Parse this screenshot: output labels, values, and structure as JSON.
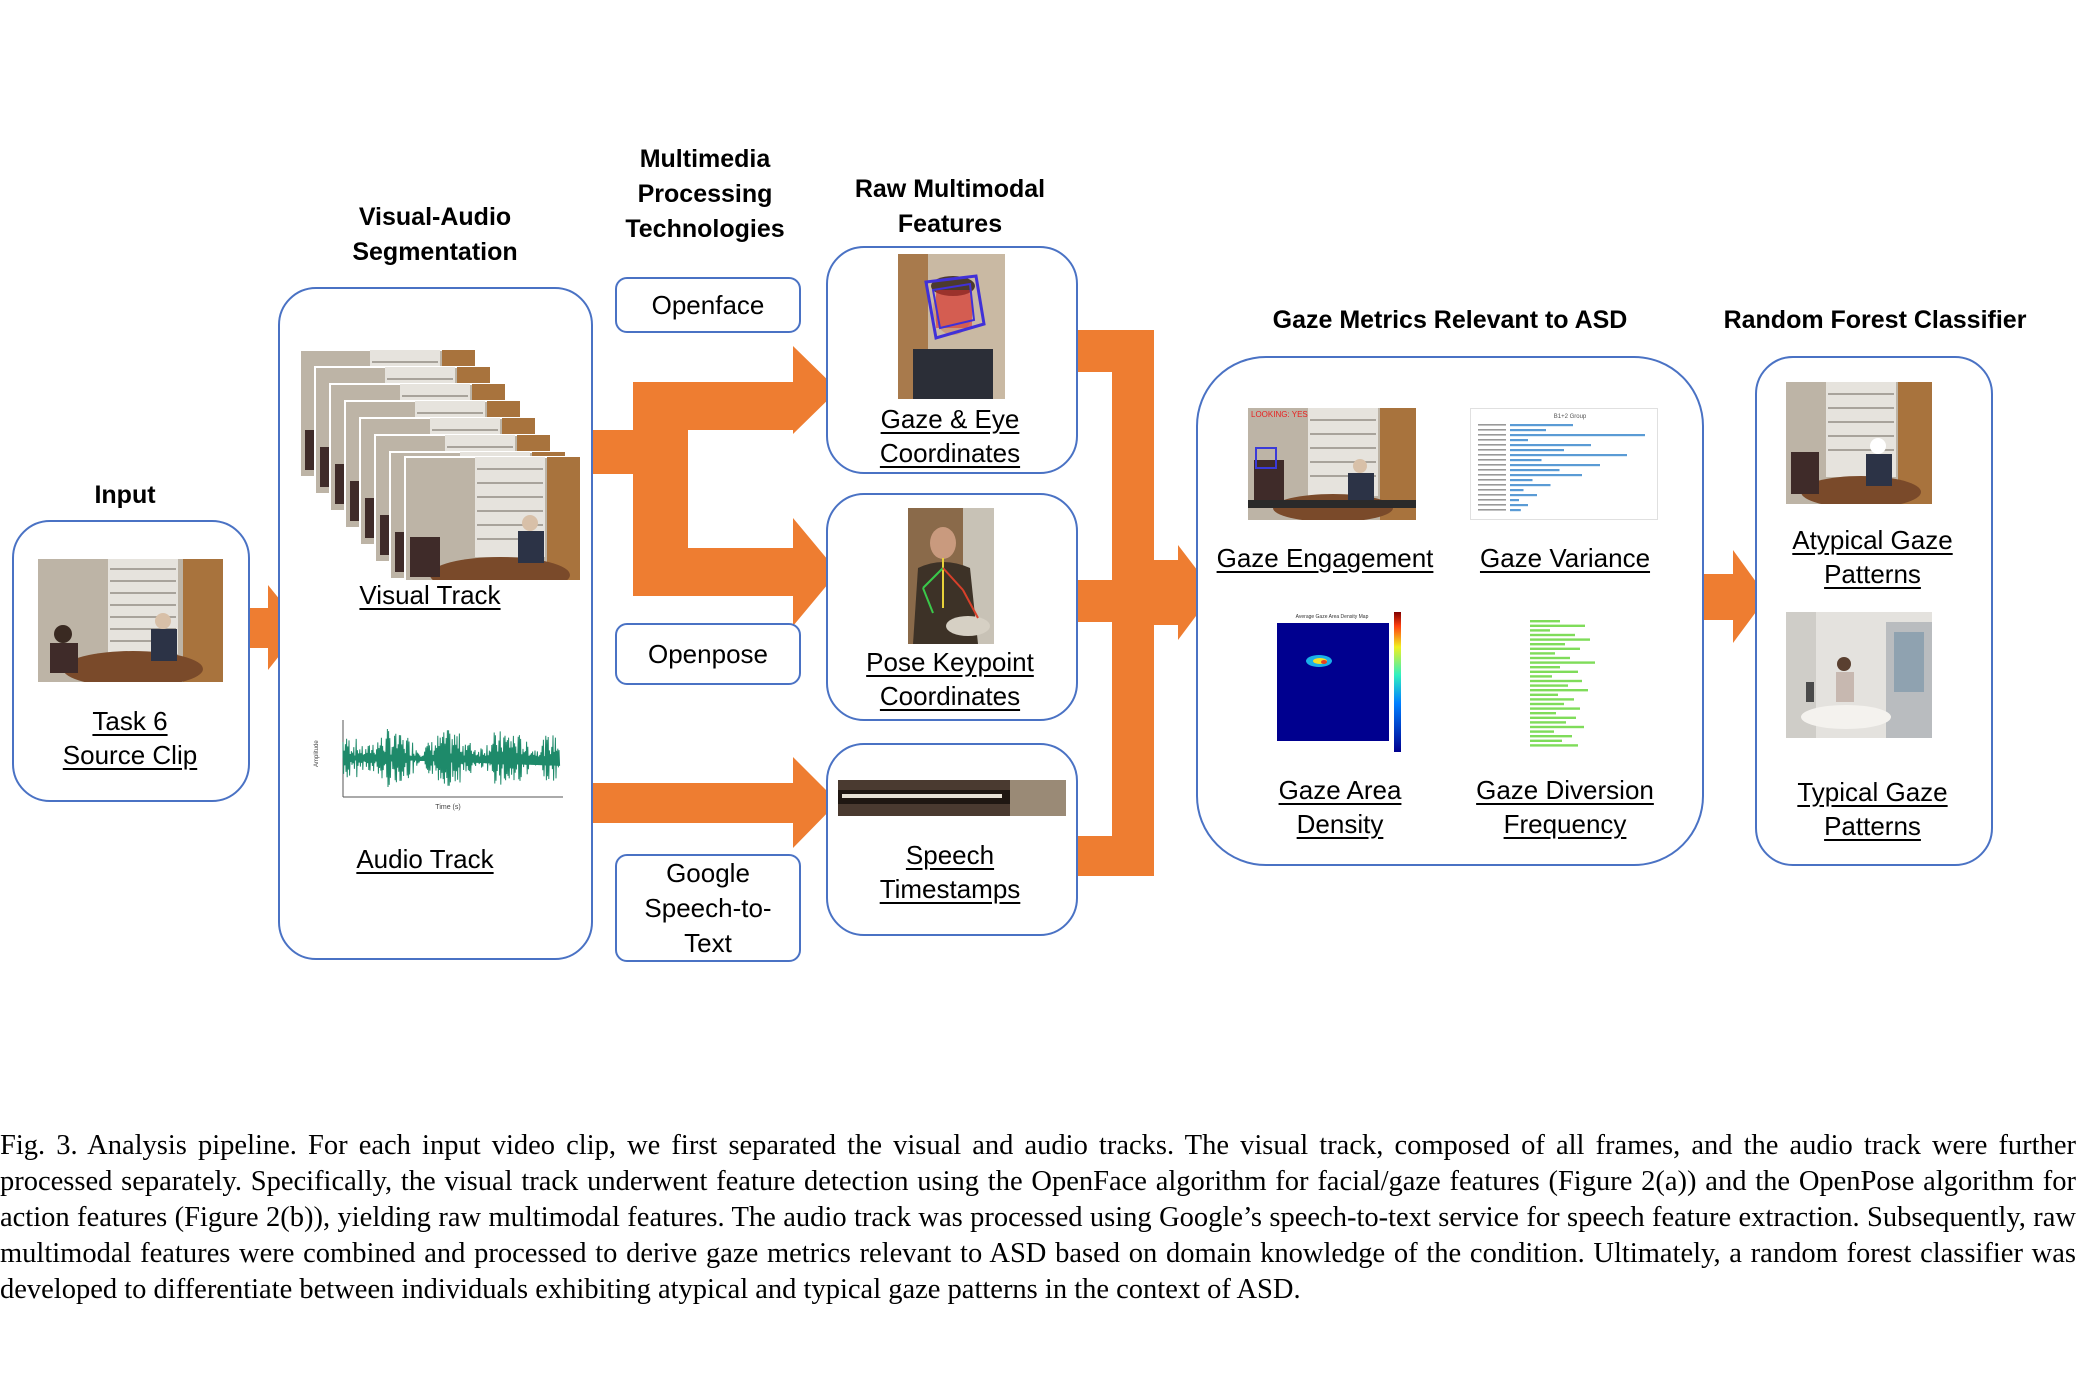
{
  "sections": {
    "input": "Input",
    "segmentation": "Visual-Audio Segmentation",
    "processing": "Multimedia Processing Technologies",
    "raw_features": "Raw Multimodal Features",
    "gaze_metrics": "Gaze Metrics Relevant to ASD",
    "classifier": "Random Forest Classifier"
  },
  "input_box": {
    "label_line1": "Task 6",
    "label_line2": "Source Clip"
  },
  "segmentation_box": {
    "visual_label": "Visual Track",
    "audio_label": "Audio Track"
  },
  "technologies": {
    "openface": "Openface",
    "openpose": "Openpose",
    "google_line1": "Google",
    "google_line2": "Speech-to-",
    "google_line3": "Text"
  },
  "features": {
    "gaze_line1": "Gaze & Eye",
    "gaze_line2": "Coordinates",
    "pose_line1": "Pose Keypoint",
    "pose_line2": "Coordinates",
    "speech_line1": "Speech",
    "speech_line2": "Timestamps"
  },
  "thumbnails": {
    "looking_overlay": "LOOKING: YES",
    "variance_chart_title": "B1+2 Group",
    "density_chart_title": "Average Gaze Area Density Map",
    "waveform_xlabel": "Time (s)"
  },
  "metrics": {
    "engagement": "Gaze Engagement",
    "variance": "Gaze Variance",
    "density_line1": "Gaze Area",
    "density_line2": "Density",
    "diversion_line1": "Gaze Diversion",
    "diversion_line2": "Frequency"
  },
  "classifier_box": {
    "atypical_line1": "Atypical Gaze",
    "atypical_line2": "Patterns",
    "typical_line1": "Typical Gaze",
    "typical_line2": "Patterns"
  },
  "colors": {
    "arrow": "#ee7d31",
    "box_border": "#4a72c4",
    "waveform": "#1e8a6a"
  },
  "caption": "Fig. 3.  Analysis pipeline. For each input video clip, we first separated the visual and audio tracks. The visual track, composed of all frames, and the audio track were further processed separately. Specifically, the visual track underwent feature detection using the OpenFace algorithm for facial/gaze features (Figure 2(a)) and the OpenPose algorithm for action features (Figure 2(b)), yielding raw multimodal features. The audio track was processed using Google’s speech-to-text service for speech feature extraction. Subsequently, raw multimodal features were combined and processed to derive gaze metrics relevant to ASD based on domain knowledge of the condition. Ultimately, a random forest classifier was developed to differentiate between individuals exhibiting atypical and typical gaze patterns in the context of ASD."
}
